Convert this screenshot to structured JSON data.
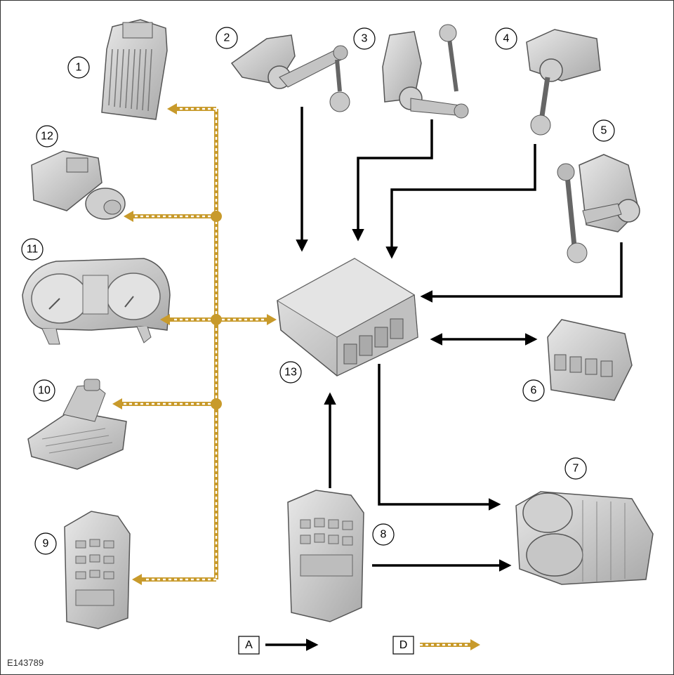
{
  "figure": {
    "reference": "E143789",
    "frame_color": "#333333",
    "line_colors": {
      "black": "#000000",
      "gold": "#c89a2b",
      "gold_stripe": "#ffffff",
      "part_fill": "#d4d4d4",
      "part_stroke": "#555555"
    }
  },
  "callouts": [
    "1",
    "2",
    "3",
    "4",
    "5",
    "6",
    "7",
    "8",
    "9",
    "10",
    "11",
    "12",
    "13"
  ],
  "legend": {
    "a_label": "A",
    "d_label": "D"
  },
  "components": [
    {
      "id": "1",
      "icon": "engine-control-module-icon"
    },
    {
      "id": "2",
      "icon": "height-sensor-front-left-icon"
    },
    {
      "id": "3",
      "icon": "height-sensor-front-right-icon"
    },
    {
      "id": "4",
      "icon": "height-sensor-rear-left-icon"
    },
    {
      "id": "5",
      "icon": "height-sensor-rear-right-icon"
    },
    {
      "id": "6",
      "icon": "valve-block-icon"
    },
    {
      "id": "7",
      "icon": "air-compressor-icon"
    },
    {
      "id": "8",
      "icon": "fuse-box-icon"
    },
    {
      "id": "9",
      "icon": "central-junction-box-icon"
    },
    {
      "id": "10",
      "icon": "transmission-control-module-icon"
    },
    {
      "id": "11",
      "icon": "instrument-cluster-icon"
    },
    {
      "id": "12",
      "icon": "abs-module-icon"
    },
    {
      "id": "13",
      "icon": "air-suspension-control-module-icon"
    }
  ]
}
